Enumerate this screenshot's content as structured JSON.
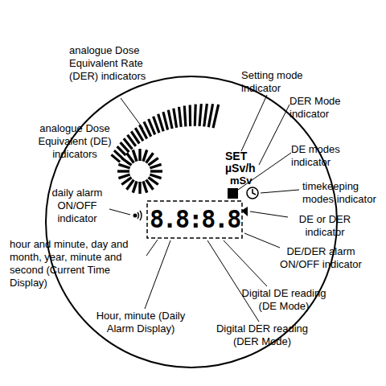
{
  "diagram": {
    "labels": [
      "analogue Dose Equivalent Rate (DER) indicators",
      "analogue Dose Equivalent (DE) indicators",
      "daily alarm ON/OFF indicator",
      "hour and minute, day and month, year, minute and second (Current Time Display)",
      "Hour, minute (Daily Alarm Display)",
      "Digital DER reading (DER Mode)",
      "Digital DE reading (DE Mode)",
      "DE/DER alarm ON/OFF indicator",
      "DE or DER indicator",
      "timekeeping modes indicator",
      "DE modes indicator",
      "DER Mode indicator",
      "Setting mode indicator",
      "SET",
      "µSv/h",
      "mSv",
      "8.8:8.8"
    ]
  }
}
